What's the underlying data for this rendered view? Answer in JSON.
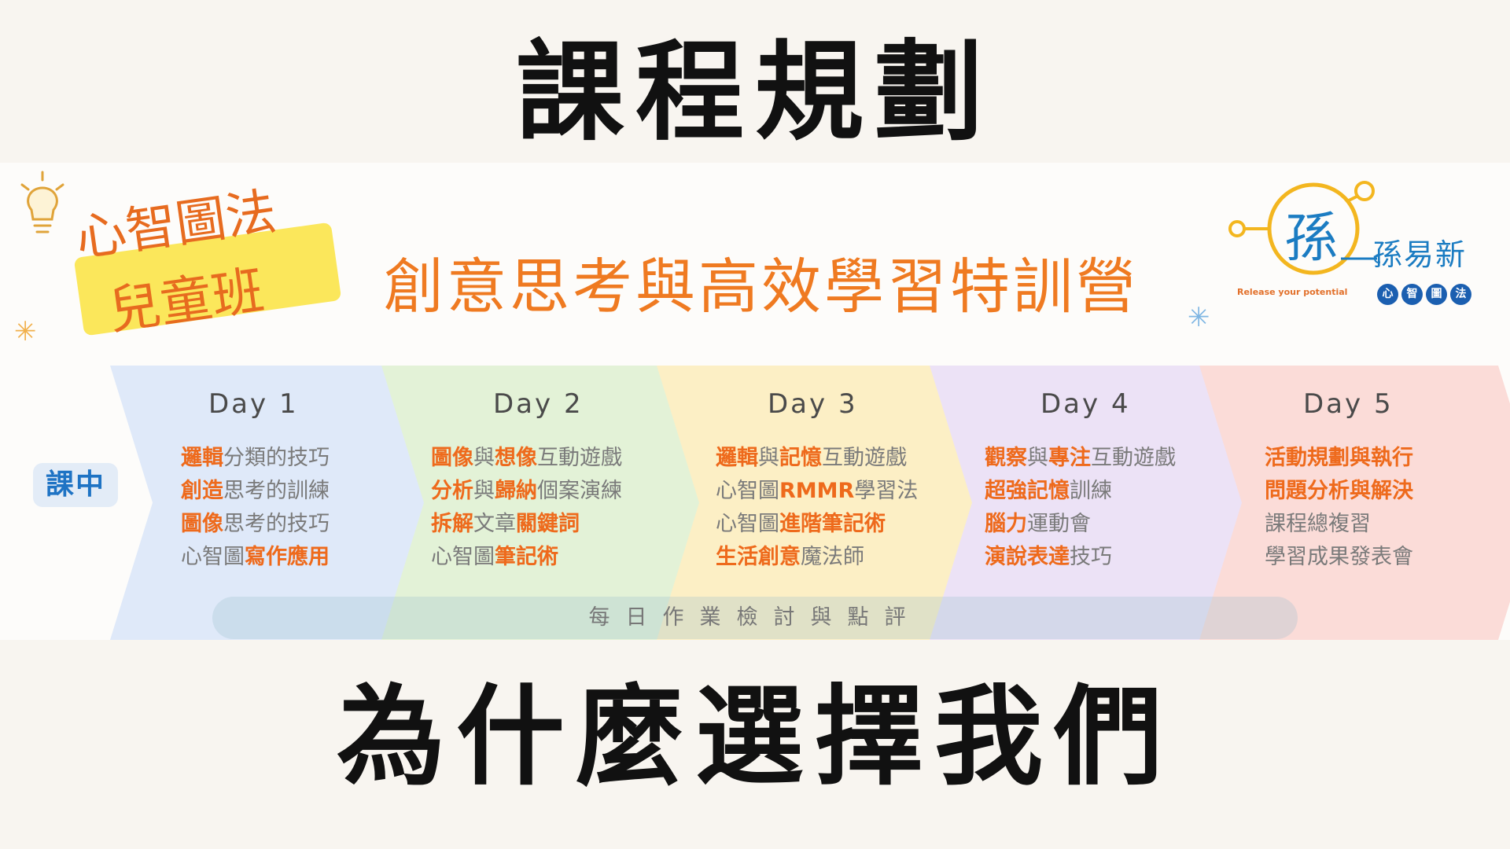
{
  "headings": {
    "top": "課程規劃",
    "bottom": "為什麼選擇我們"
  },
  "banner": {
    "brand_line1": "心智圖法",
    "brand_line2": "兒童班",
    "camp_title": "創意思考與高效學習特訓營",
    "logo": {
      "mark": "孫",
      "name": "孫易新",
      "tagline": "Release your potential",
      "dots": [
        "心",
        "智",
        "圖",
        "法"
      ]
    },
    "session_label": "課中",
    "daily_note": "每日作業檢討與點評",
    "days": [
      {
        "title": "Day 1",
        "color": "#dfe9f9",
        "items": [
          [
            {
              "t": "邏輯",
              "hl": true
            },
            {
              "t": "分類的技巧",
              "hl": false
            }
          ],
          [
            {
              "t": "創造",
              "hl": true
            },
            {
              "t": "思考的訓練",
              "hl": false
            }
          ],
          [
            {
              "t": "圖像",
              "hl": true
            },
            {
              "t": "思考的技巧",
              "hl": false
            }
          ],
          [
            {
              "t": "心智圖",
              "hl": false
            },
            {
              "t": "寫作應用",
              "hl": true
            }
          ]
        ]
      },
      {
        "title": "Day 2",
        "color": "#e3f2d7",
        "items": [
          [
            {
              "t": "圖像",
              "hl": true
            },
            {
              "t": "與",
              "hl": false
            },
            {
              "t": "想像",
              "hl": true
            },
            {
              "t": "互動遊戲",
              "hl": false
            }
          ],
          [
            {
              "t": "分析",
              "hl": true
            },
            {
              "t": "與",
              "hl": false
            },
            {
              "t": "歸納",
              "hl": true
            },
            {
              "t": "個案演練",
              "hl": false
            }
          ],
          [
            {
              "t": "拆解",
              "hl": true
            },
            {
              "t": "文章",
              "hl": false
            },
            {
              "t": "關鍵詞",
              "hl": true
            }
          ],
          [
            {
              "t": "心智圖",
              "hl": false
            },
            {
              "t": "筆記術",
              "hl": true
            }
          ]
        ]
      },
      {
        "title": "Day 3",
        "color": "#fcefc5",
        "items": [
          [
            {
              "t": "邏輯",
              "hl": true
            },
            {
              "t": "與",
              "hl": false
            },
            {
              "t": "記憶",
              "hl": true
            },
            {
              "t": "互動遊戲",
              "hl": false
            }
          ],
          [
            {
              "t": "心智圖",
              "hl": false
            },
            {
              "t": "RMMR",
              "hl": true
            },
            {
              "t": "學習法",
              "hl": false
            }
          ],
          [
            {
              "t": "心智圖",
              "hl": false
            },
            {
              "t": "進階筆記術",
              "hl": true
            }
          ],
          [
            {
              "t": "生活創意",
              "hl": true
            },
            {
              "t": "魔法師",
              "hl": false
            }
          ]
        ]
      },
      {
        "title": "Day 4",
        "color": "#ece2f6",
        "items": [
          [
            {
              "t": "觀察",
              "hl": true
            },
            {
              "t": "與",
              "hl": false
            },
            {
              "t": "專注",
              "hl": true
            },
            {
              "t": "互動遊戲",
              "hl": false
            }
          ],
          [
            {
              "t": "超強記憶",
              "hl": true
            },
            {
              "t": "訓練",
              "hl": false
            }
          ],
          [
            {
              "t": "腦力",
              "hl": true
            },
            {
              "t": "運動會",
              "hl": false
            }
          ],
          [
            {
              "t": "演說表達",
              "hl": true
            },
            {
              "t": "技巧",
              "hl": false
            }
          ]
        ]
      },
      {
        "title": "Day 5",
        "color": "#fbdcd8",
        "items": [
          [
            {
              "t": "活動規劃與執行",
              "hl": true
            }
          ],
          [
            {
              "t": "問題分析與解決",
              "hl": true
            }
          ],
          [
            {
              "t": "課程總複習",
              "hl": false
            }
          ],
          [
            {
              "t": "學習成果發表會",
              "hl": false
            }
          ]
        ]
      }
    ],
    "colors": {
      "accent": "#ef7a21",
      "highlight": "#fbe75b",
      "logo_blue": "#1b7cc2"
    }
  }
}
